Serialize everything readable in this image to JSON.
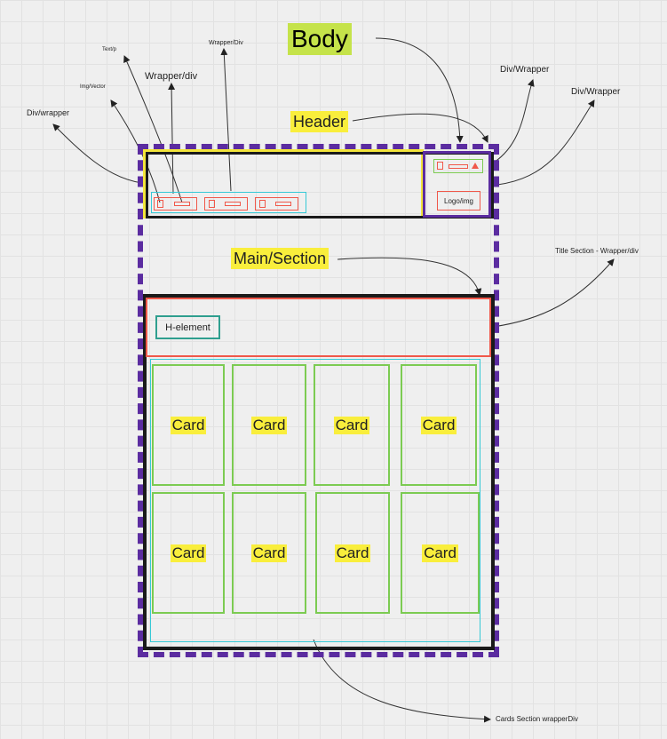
{
  "title": "Body",
  "sections": {
    "header": "Header",
    "main": "Main/Section"
  },
  "annotations": {
    "text_p": "Text/p",
    "img_vector": "Img/Vector",
    "wrapper_div_upper": "Wrapper/Div",
    "wrapper_div": "Wrapper/div",
    "div_wrapper_left": "Div/wrapper",
    "div_wrapper_right_1": "Div/Wrapper",
    "div_wrapper_right_2": "Div/Wrapper",
    "title_section": "Title Section - Wrapper/div",
    "cards_section": "Cards Section wrapperDiv"
  },
  "elements": {
    "logo": "Logo/img",
    "h_element": "H-element"
  },
  "cards": [
    "Card",
    "Card",
    "Card",
    "Card",
    "Card",
    "Card",
    "Card",
    "Card"
  ],
  "colors": {
    "body_outline": "#5b2ca0",
    "header_outline": "#f3e53a",
    "wrapper_outline": "#1a1a1a",
    "nav_outline": "#36c9d6",
    "element_outline": "#f0584a",
    "card_outline": "#7ccb52",
    "h_element_outline": "#2f9f8f",
    "title_highlight": "#c5e34a",
    "label_highlight": "#f9ee3c"
  }
}
